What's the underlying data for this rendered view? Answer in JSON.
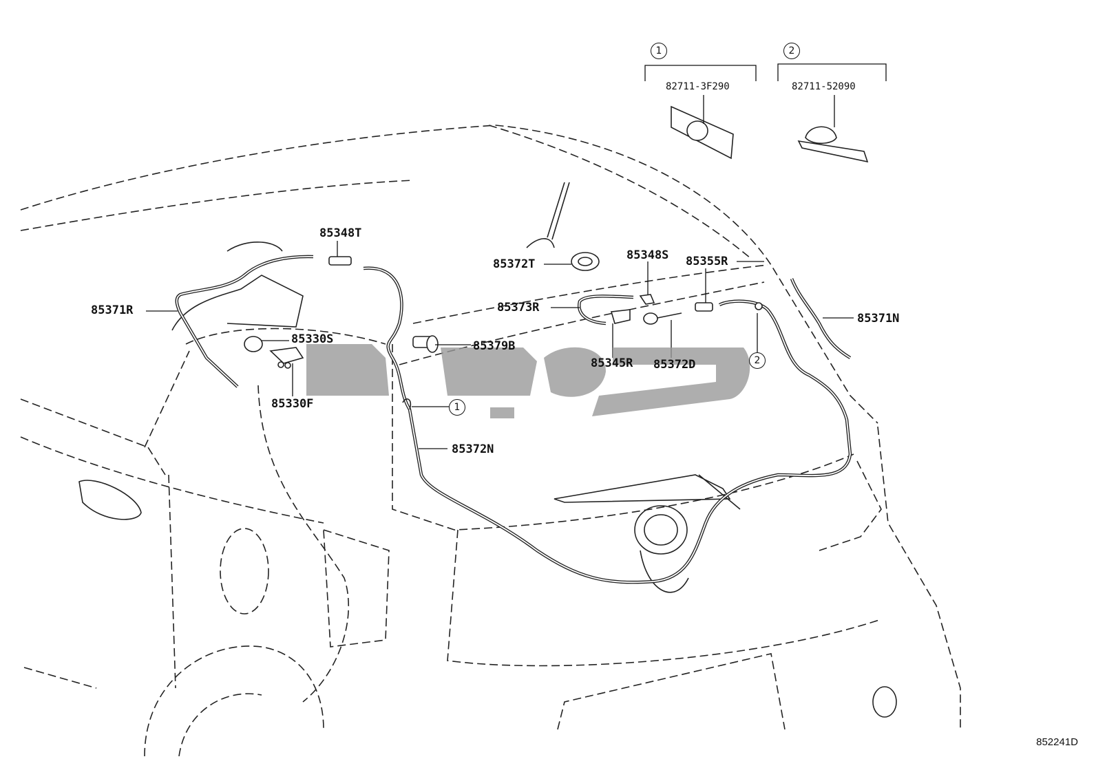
{
  "diagram": {
    "part_labels": {
      "p85348T": "85348T",
      "p85371R": "85371R",
      "p85330S": "85330S",
      "p85330F": "85330F",
      "p85372T": "85372T",
      "p85373R": "85373R",
      "p85379B": "85379B",
      "p85345R": "85345R",
      "p85372D": "85372D",
      "p85348S": "85348S",
      "p85355R": "85355R",
      "p85371N": "85371N",
      "p85372N": "85372N"
    },
    "variants": [
      {
        "number": "1",
        "part_number": "82711-3F290"
      },
      {
        "number": "2",
        "part_number": "82711-52090"
      }
    ],
    "callouts": [
      "1",
      "2"
    ],
    "diagram_code": "852241D"
  },
  "colors": {
    "line": "#222222",
    "watermark": "#9a9a9a"
  }
}
